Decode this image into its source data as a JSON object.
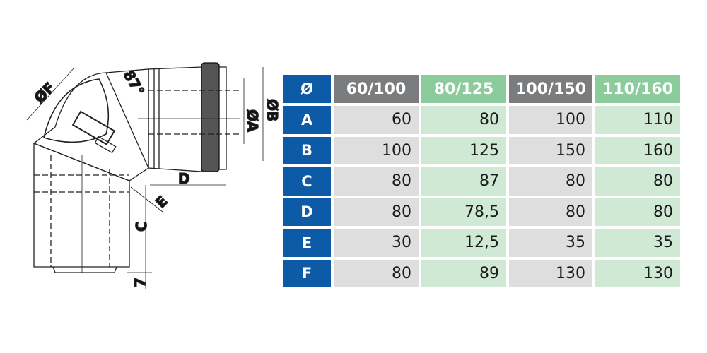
{
  "drawing": {
    "labels": {
      "f": "ØF",
      "angle": "87°",
      "a": "ØA",
      "b": "ØB",
      "d": "D",
      "e": "E",
      "c": "C",
      "seven": "7"
    }
  },
  "table": {
    "header": [
      "Ø",
      "60/100",
      "80/125",
      "100/150",
      "110/160"
    ],
    "rows": [
      {
        "key": "A",
        "values": [
          "60",
          "80",
          "100",
          "110"
        ]
      },
      {
        "key": "B",
        "values": [
          "100",
          "125",
          "150",
          "160"
        ]
      },
      {
        "key": "C",
        "values": [
          "80",
          "87",
          "80",
          "80"
        ]
      },
      {
        "key": "D",
        "values": [
          "80",
          "78,5",
          "80",
          "80"
        ]
      },
      {
        "key": "E",
        "values": [
          "30",
          "12,5",
          "35",
          "35"
        ]
      },
      {
        "key": "F",
        "values": [
          "80",
          "89",
          "130",
          "130"
        ]
      }
    ],
    "colors": {
      "key": "#0d5aa7",
      "gray_header": "#7b7c7e",
      "green_header": "#8ccb9c",
      "gray_cell": "#dededf",
      "green_cell": "#cfe9d5"
    }
  }
}
